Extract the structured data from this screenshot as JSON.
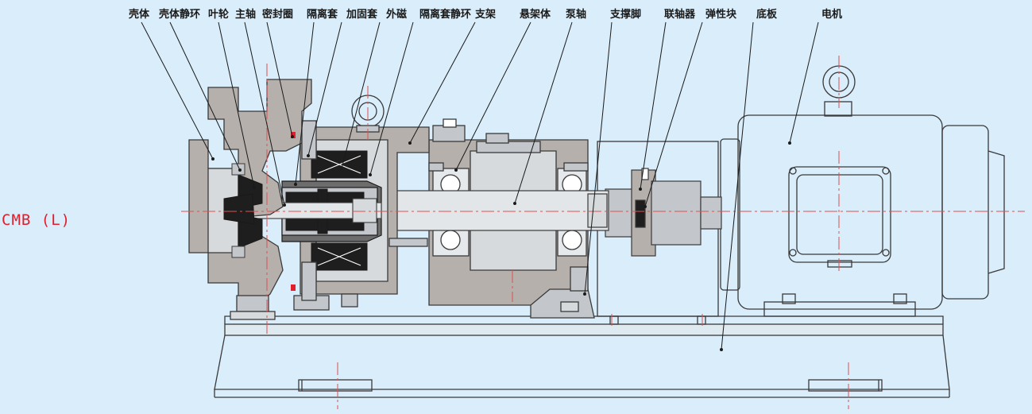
{
  "model": "CMB (L)",
  "labels": {
    "pump_casing": "壳体",
    "casing_ring": "壳体静环",
    "impeller": "叶轮",
    "main_shaft": "主轴",
    "seal_ring": "密封圈",
    "isolation_sleeve": "隔离套",
    "reinforcing_sleeve": "加固套",
    "outer_magnet": "外磁",
    "sleeve_ring": "隔离套静环",
    "bracket": "支架",
    "bearing_housing": "悬架体",
    "pump_shaft": "泵轴",
    "support_foot": "支撑脚",
    "coupling": "联轴器",
    "elastic_block": "弹性块",
    "base_plate": "底板",
    "motor": "电机"
  },
  "colors": {
    "background": "#d9edfa",
    "casing": "#b5b0ac",
    "steel": "#c3c7cb",
    "black": "#1e1e1e",
    "centerline": "#e05050",
    "outline": "#3a3a3a",
    "model_label": "#e0202c"
  }
}
